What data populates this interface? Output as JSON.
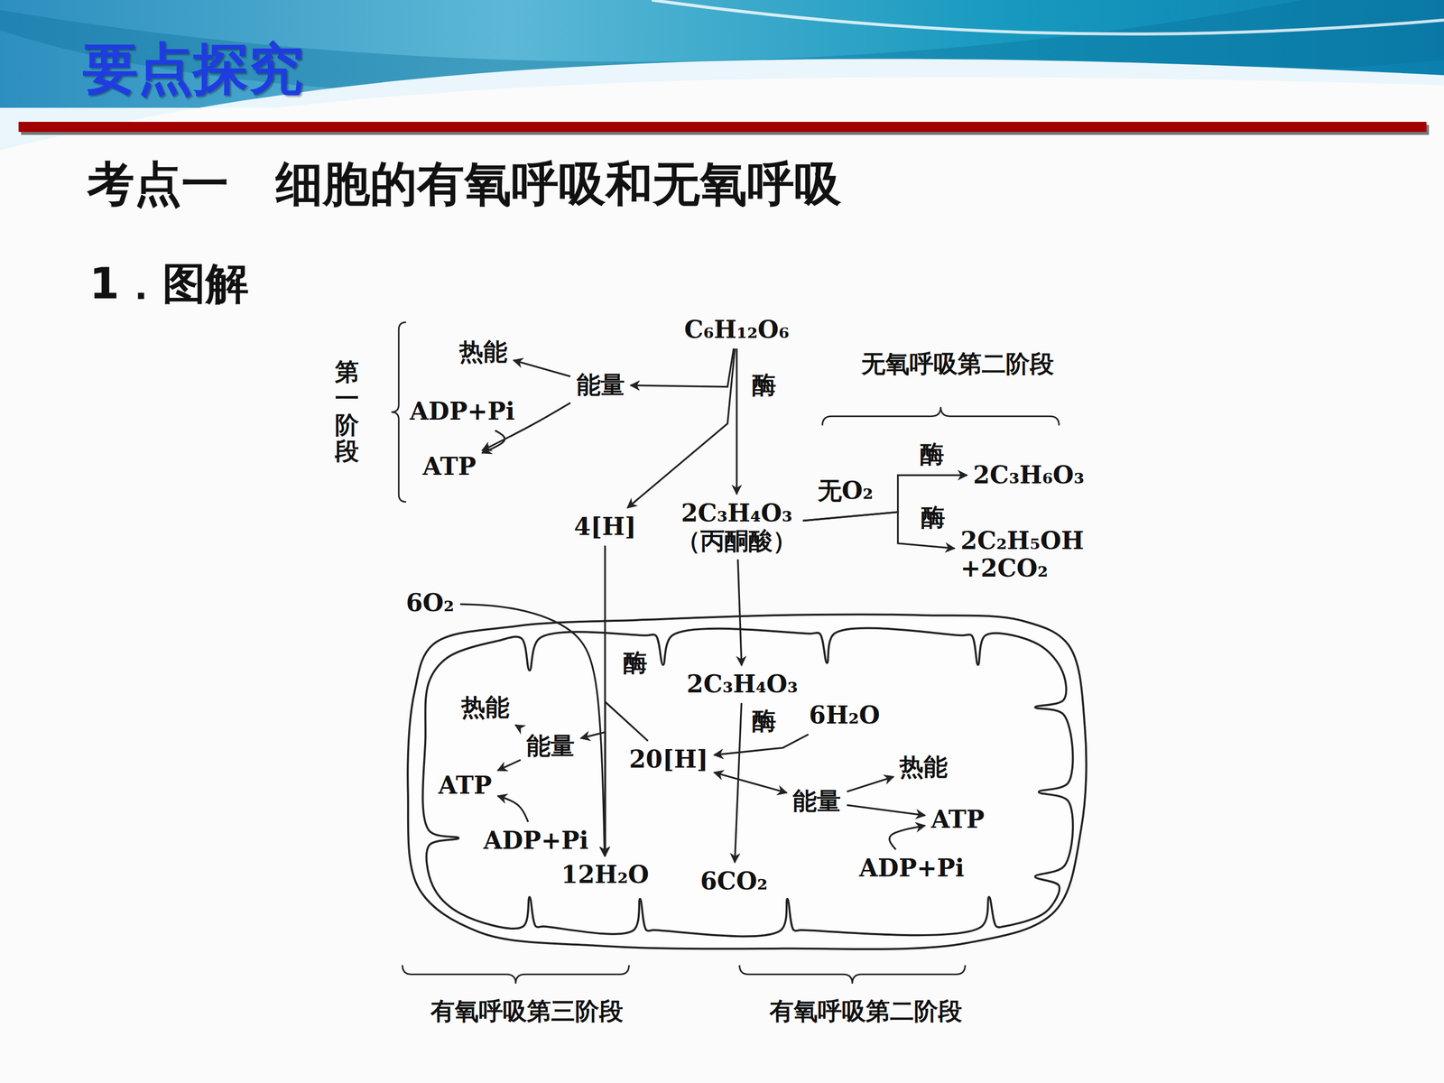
{
  "diagram": {
    "title": "考点一　细胞的有氧呼吸和无氧呼吸",
    "nodes": [
      {
        "text": [
          "C₆H₁₂O₆"
        ]
      },
      {
        "text": [
          "能量"
        ]
      },
      {
        "text": [
          "热能"
        ]
      },
      {
        "text": [
          "ADP+Pi"
        ]
      },
      {
        "text": [
          "ATP"
        ]
      },
      {
        "text": [
          "4[H]"
        ]
      },
      {
        "text": [
          "2C₃H₄O₃",
          "（丙酮酸）"
        ]
      },
      {
        "text": [
          "2C₃H₆O₃"
        ]
      },
      {
        "text": [
          "2C₂H₅OH +2CO₂"
        ]
      },
      {
        "text": [
          "6O₂"
        ]
      },
      {
        "text": [
          "2C₃H₄O₃"
        ]
      },
      {
        "text": [
          "6H₂O"
        ]
      },
      {
        "text": [
          "20[H]"
        ]
      },
      {
        "text": [
          "热能"
        ]
      },
      {
        "text": [
          "能量"
        ]
      },
      {
        "text": [
          "ATP"
        ]
      },
      {
        "text": [
          "ADP+Pi"
        ]
      },
      {
        "text": [
          "12H₂O"
        ]
      },
      {
        "text": [
          "6CO₂"
        ]
      },
      {
        "text": [
          "能量"
        ]
      },
      {
        "text": [
          "热能"
        ]
      },
      {
        "text": [
          "ATP"
        ]
      },
      {
        "text": [
          "ADP+Pi"
        ]
      }
    ],
    "edges": [
      {
        "from": 0,
        "to": 1,
        "arrow": "to"
      },
      {
        "from": 0,
        "to": 5,
        "arrow": "to"
      },
      {
        "from": 0,
        "to": 6,
        "arrow": "to"
      },
      {
        "from": 1,
        "to": 2,
        "arrow": "to"
      },
      {
        "from": 1,
        "to": 4,
        "arrow": "to"
      },
      {
        "from": 3,
        "to": 4,
        "arrow": "to"
      },
      {
        "from": 6,
        "to": 7,
        "arrow": "to"
      },
      {
        "from": 6,
        "to": 8,
        "arrow": "to"
      },
      {
        "from": 6,
        "to": 10,
        "arrow": "to"
      },
      {
        "from": 9,
        "to": 17,
        "arrow": "to"
      },
      {
        "from": 5,
        "to": 17,
        "arrow": "to"
      },
      {
        "from": 12,
        "to": 17,
        "arrow": "to"
      },
      {
        "from": 17,
        "to": 14,
        "arrow": "to"
      },
      {
        "from": 14,
        "to": 13,
        "arrow": "to"
      },
      {
        "from": 14,
        "to": 15,
        "arrow": "to"
      },
      {
        "from": 16,
        "to": 15,
        "arrow": "to"
      },
      {
        "from": 10,
        "to": 18,
        "arrow": "to"
      },
      {
        "from": 11,
        "to": 12,
        "arrow": "to"
      },
      {
        "from": 12,
        "to": 19,
        "arrow": "both"
      },
      {
        "from": 19,
        "to": 20,
        "arrow": "to"
      },
      {
        "from": 19,
        "to": 21,
        "arrow": "to"
      },
      {
        "from": 22,
        "to": 21,
        "arrow": "to"
      }
    ],
    "labels": [
      "要点探究",
      "1．图解",
      "第一阶段",
      "无氧呼吸第二阶段",
      "有氧呼吸第三阶段",
      "有氧呼吸第二阶段",
      "酶",
      "无O₂",
      "酶",
      "酶",
      "酶",
      "酶"
    ]
  }
}
